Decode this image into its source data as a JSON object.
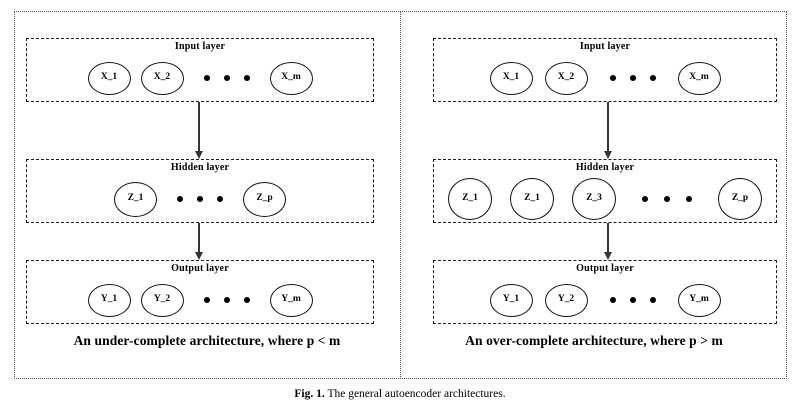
{
  "figure": {
    "caption_label": "Fig. 1.",
    "caption_text": "The general autoencoder architectures.",
    "frame_style": "dotted",
    "divider_style": "dotted",
    "ink_color": "#000000",
    "line_color": "#333333"
  },
  "panels": [
    {
      "id": "under-complete",
      "caption": "An under-complete architecture, where p < m",
      "layers": [
        {
          "id": "input",
          "title": "Input layer",
          "nodes": [
            "X_1",
            "X_2",
            "X_m"
          ],
          "ellipsis_after_index": 1,
          "ellipsis_dots": 3
        },
        {
          "id": "hidden",
          "title": "Hidden layer",
          "nodes": [
            "Z_1",
            "Z_p"
          ],
          "ellipsis_after_index": 0,
          "ellipsis_dots": 3
        },
        {
          "id": "output",
          "title": "Output layer",
          "nodes": [
            "Y_1",
            "Y_2",
            "Y_m"
          ],
          "ellipsis_after_index": 1,
          "ellipsis_dots": 3
        }
      ],
      "arrows": [
        "input-to-hidden",
        "hidden-to-output"
      ]
    },
    {
      "id": "over-complete",
      "caption": "An over-complete architecture, where p > m",
      "layers": [
        {
          "id": "input",
          "title": "Input layer",
          "nodes": [
            "X_1",
            "X_2",
            "X_m"
          ],
          "ellipsis_after_index": 1,
          "ellipsis_dots": 3
        },
        {
          "id": "hidden",
          "title": "Hidden layer",
          "nodes": [
            "Z_1",
            "Z_1",
            "Z_3",
            "Z_p"
          ],
          "ellipsis_after_index": 2,
          "ellipsis_dots": 3
        },
        {
          "id": "output",
          "title": "Output layer",
          "nodes": [
            "Y_1",
            "Y_2",
            "Y_m"
          ],
          "ellipsis_after_index": 1,
          "ellipsis_dots": 3
        }
      ],
      "arrows": [
        "input-to-hidden",
        "hidden-to-output"
      ]
    }
  ]
}
